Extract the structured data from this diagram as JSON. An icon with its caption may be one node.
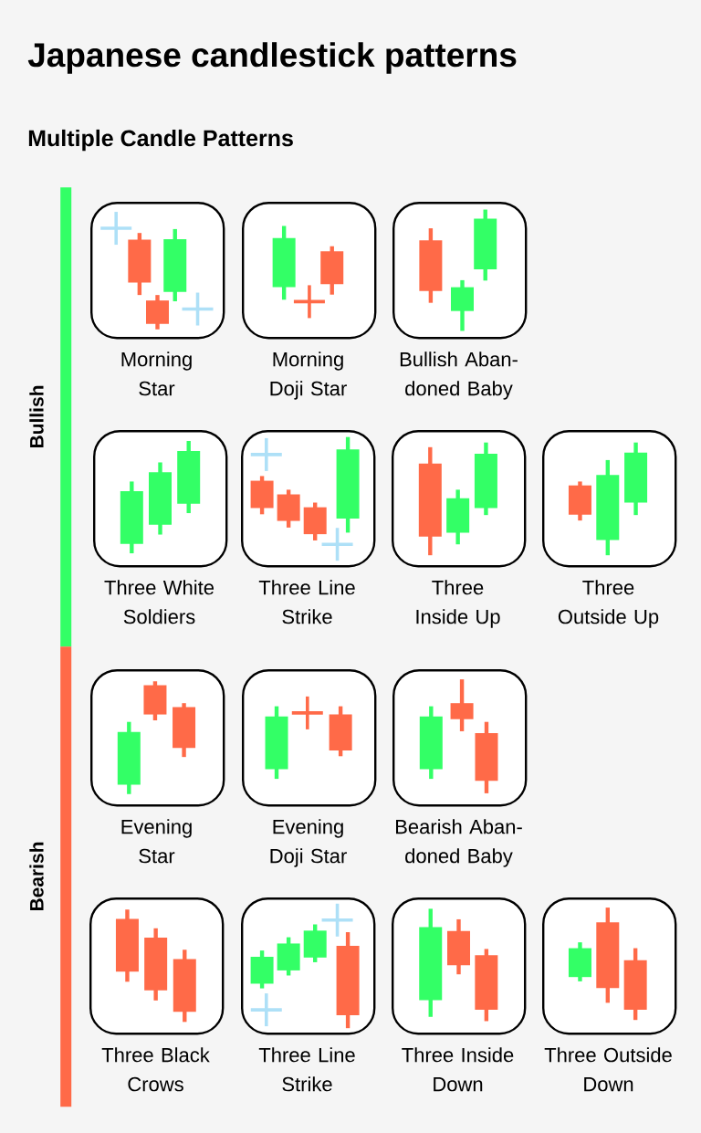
{
  "diagram": {
    "title": "Japanese candlestick patterns",
    "labels": [
      "Multiple Candle Patterns"
    ],
    "nodes": [
      {
        "text": [
          "Bullish"
        ]
      },
      {
        "text": [
          "Morning Star"
        ]
      },
      {
        "text": [
          "Morning Doji Star"
        ]
      },
      {
        "text": [
          "Bullish Aban- doned Baby"
        ]
      },
      {
        "text": [
          "Three White Soldiers"
        ]
      },
      {
        "text": [
          "Three Line Strike"
        ]
      },
      {
        "text": [
          "Three Inside Up"
        ]
      },
      {
        "text": [
          "Three Outside Up"
        ]
      },
      {
        "text": [
          "Bearish"
        ]
      },
      {
        "text": [
          "Evening Star"
        ]
      },
      {
        "text": [
          "Evening Doji Star"
        ]
      },
      {
        "text": [
          "Bearish Aban- doned Baby"
        ]
      },
      {
        "text": [
          "Three Black Crows"
        ]
      },
      {
        "text": [
          "Three Line Strike"
        ]
      },
      {
        "text": [
          "Three Inside Down"
        ]
      },
      {
        "text": [
          "Three Outside Down"
        ]
      }
    ]
  }
}
